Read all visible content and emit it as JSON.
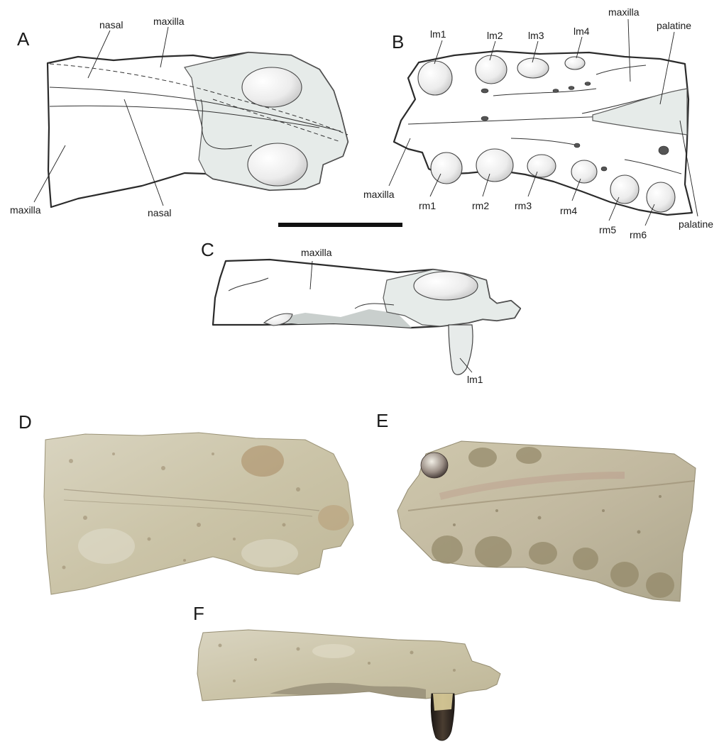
{
  "panels": {
    "A": {
      "letter": "A",
      "labels": {
        "nasal_top": "nasal",
        "maxilla_top": "maxilla",
        "maxilla_left": "maxilla",
        "nasal_bottom": "nasal"
      }
    },
    "B": {
      "letter": "B",
      "labels": {
        "lm1": "lm1",
        "lm2": "lm2",
        "lm3": "lm3",
        "lm4": "lm4",
        "maxilla_top": "maxilla",
        "palatine_top": "palatine",
        "maxilla_left": "maxilla",
        "rm1": "rm1",
        "rm2": "rm2",
        "rm3": "rm3",
        "rm4": "rm4",
        "rm5": "rm5",
        "rm6": "rm6",
        "palatine_bottom": "palatine"
      }
    },
    "C": {
      "letter": "C",
      "labels": {
        "maxilla": "maxilla",
        "lm1": "lm1"
      }
    },
    "D": {
      "letter": "D"
    },
    "E": {
      "letter": "E"
    },
    "F": {
      "letter": "F"
    }
  },
  "colors": {
    "bone_light": "#d7d3bf",
    "bone_mid": "#c3bb9f",
    "bone_dark": "#a69a7c",
    "rust": "#b07a55",
    "drawing_fill": "#e6ebe9",
    "tooth_tip": "#2a2522"
  }
}
